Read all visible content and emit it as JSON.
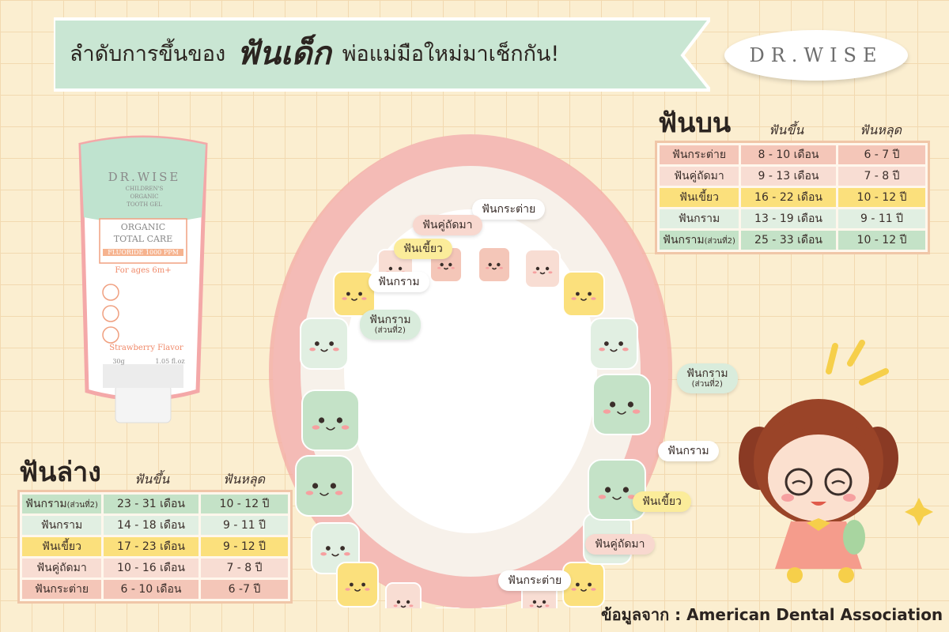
{
  "header": {
    "title_part1": "ลำดับการขึ้นของ",
    "title_emphasis": "ฟันเด็ก",
    "title_part2": "พ่อแม่มือใหม่มาเช็กกัน!"
  },
  "logo": {
    "text": "DR.WISE"
  },
  "product": {
    "brand": "DR.WISE",
    "line1": "CHILDREN'S",
    "line2": "ORGANIC",
    "line3": "TOOTH GEL",
    "organic": "ORGANIC",
    "total_care": "TOTAL CARE",
    "fluoride": "FLUORIDE 1000 PPM",
    "ages": "For ages 6m+",
    "flavor": "Strawberry Flavor",
    "weight_g": "30g",
    "weight_oz": "1.05 fl.oz"
  },
  "upper_table": {
    "heading": "ฟันบน",
    "col_erupt": "ฟันขึ้น",
    "col_shed": "ฟันหลุด",
    "rows": [
      {
        "tooth": "ฟันกระต่าย",
        "note": "",
        "erupt": "8 - 10 เดือน",
        "shed": "6 - 7 ปี"
      },
      {
        "tooth": "ฟันคู่ถัดมา",
        "note": "",
        "erupt": "9 - 13 เดือน",
        "shed": "7 - 8 ปี"
      },
      {
        "tooth": "ฟันเขี้ยว",
        "note": "",
        "erupt": "16 - 22 เดือน",
        "shed": "10 - 12 ปี"
      },
      {
        "tooth": "ฟันกราม",
        "note": "",
        "erupt": "13 - 19 เดือน",
        "shed": "9 - 11 ปี"
      },
      {
        "tooth": "ฟันกราม",
        "note": "(ส่วนที่2)",
        "erupt": "25 - 33 เดือน",
        "shed": "10 - 12 ปี"
      }
    ]
  },
  "lower_table": {
    "heading": "ฟันล่าง",
    "col_erupt": "ฟันขึ้น",
    "col_shed": "ฟันหลุด",
    "rows": [
      {
        "tooth": "ฟันกราม",
        "note": "(ส่วนที่2)",
        "erupt": "23 - 31 เดือน",
        "shed": "10 - 12 ปี"
      },
      {
        "tooth": "ฟันกราม",
        "note": "",
        "erupt": "14 - 18 เดือน",
        "shed": "9 - 11 ปี"
      },
      {
        "tooth": "ฟันเขี้ยว",
        "note": "",
        "erupt": "17 - 23 เดือน",
        "shed": "9 - 12 ปี"
      },
      {
        "tooth": "ฟันคู่ถัดมา",
        "note": "",
        "erupt": "10 - 16 เดือน",
        "shed": "7 - 8 ปี"
      },
      {
        "tooth": "ฟันกระต่าย",
        "note": "",
        "erupt": "6 - 10 เดือน",
        "shed": "6 -7 ปี"
      }
    ]
  },
  "labels": {
    "upper_incisor": "ฟันกระต่าย",
    "upper_lateral": "ฟันคู่ถัดมา",
    "upper_canine": "ฟันเขี้ยว",
    "upper_molar": "ฟันกราม",
    "upper_molar2": "ฟันกราม",
    "upper_molar2_note": "(ส่วนที่2)",
    "lower_molar2": "ฟันกราม",
    "lower_molar2_note": "(ส่วนที่2)",
    "lower_molar": "ฟันกราม",
    "lower_canine": "ฟันเขี้ยว",
    "lower_lateral": "ฟันคู่ถัดมา",
    "lower_incisor": "ฟันกระต่าย"
  },
  "source": "ข้อมูลจาก : American Dental Association",
  "colors": {
    "incisor": "#f4c6b8",
    "lateral": "#f8ddd3",
    "canine": "#fbe07c",
    "molar": "#e1efe2",
    "molar2": "#c4e2c7",
    "banner": "#c9e6d3",
    "gum": "#f3a8a4"
  }
}
